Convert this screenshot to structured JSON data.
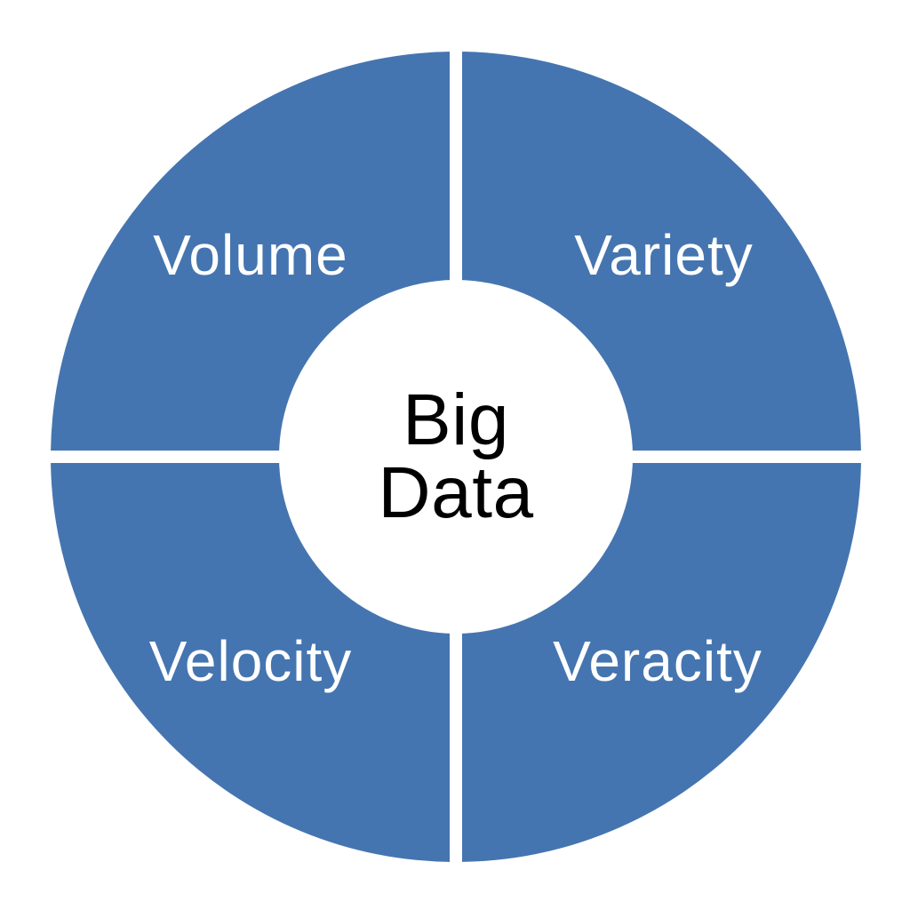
{
  "diagram": {
    "type": "donut-quadrant-diagram",
    "center": {
      "line1": "Big",
      "line2": "Data"
    },
    "segments": [
      {
        "label": "Volume",
        "position": "top-left"
      },
      {
        "label": "Variety",
        "position": "top-right"
      },
      {
        "label": "Velocity",
        "position": "bottom-left"
      },
      {
        "label": "Veracity",
        "position": "bottom-right"
      }
    ],
    "colors": {
      "segment_fill": "#4575B0",
      "segment_label_text": "#FFFFFF",
      "center_text": "#000000",
      "background": "#FFFFFF",
      "divider": "#FFFFFF"
    }
  }
}
